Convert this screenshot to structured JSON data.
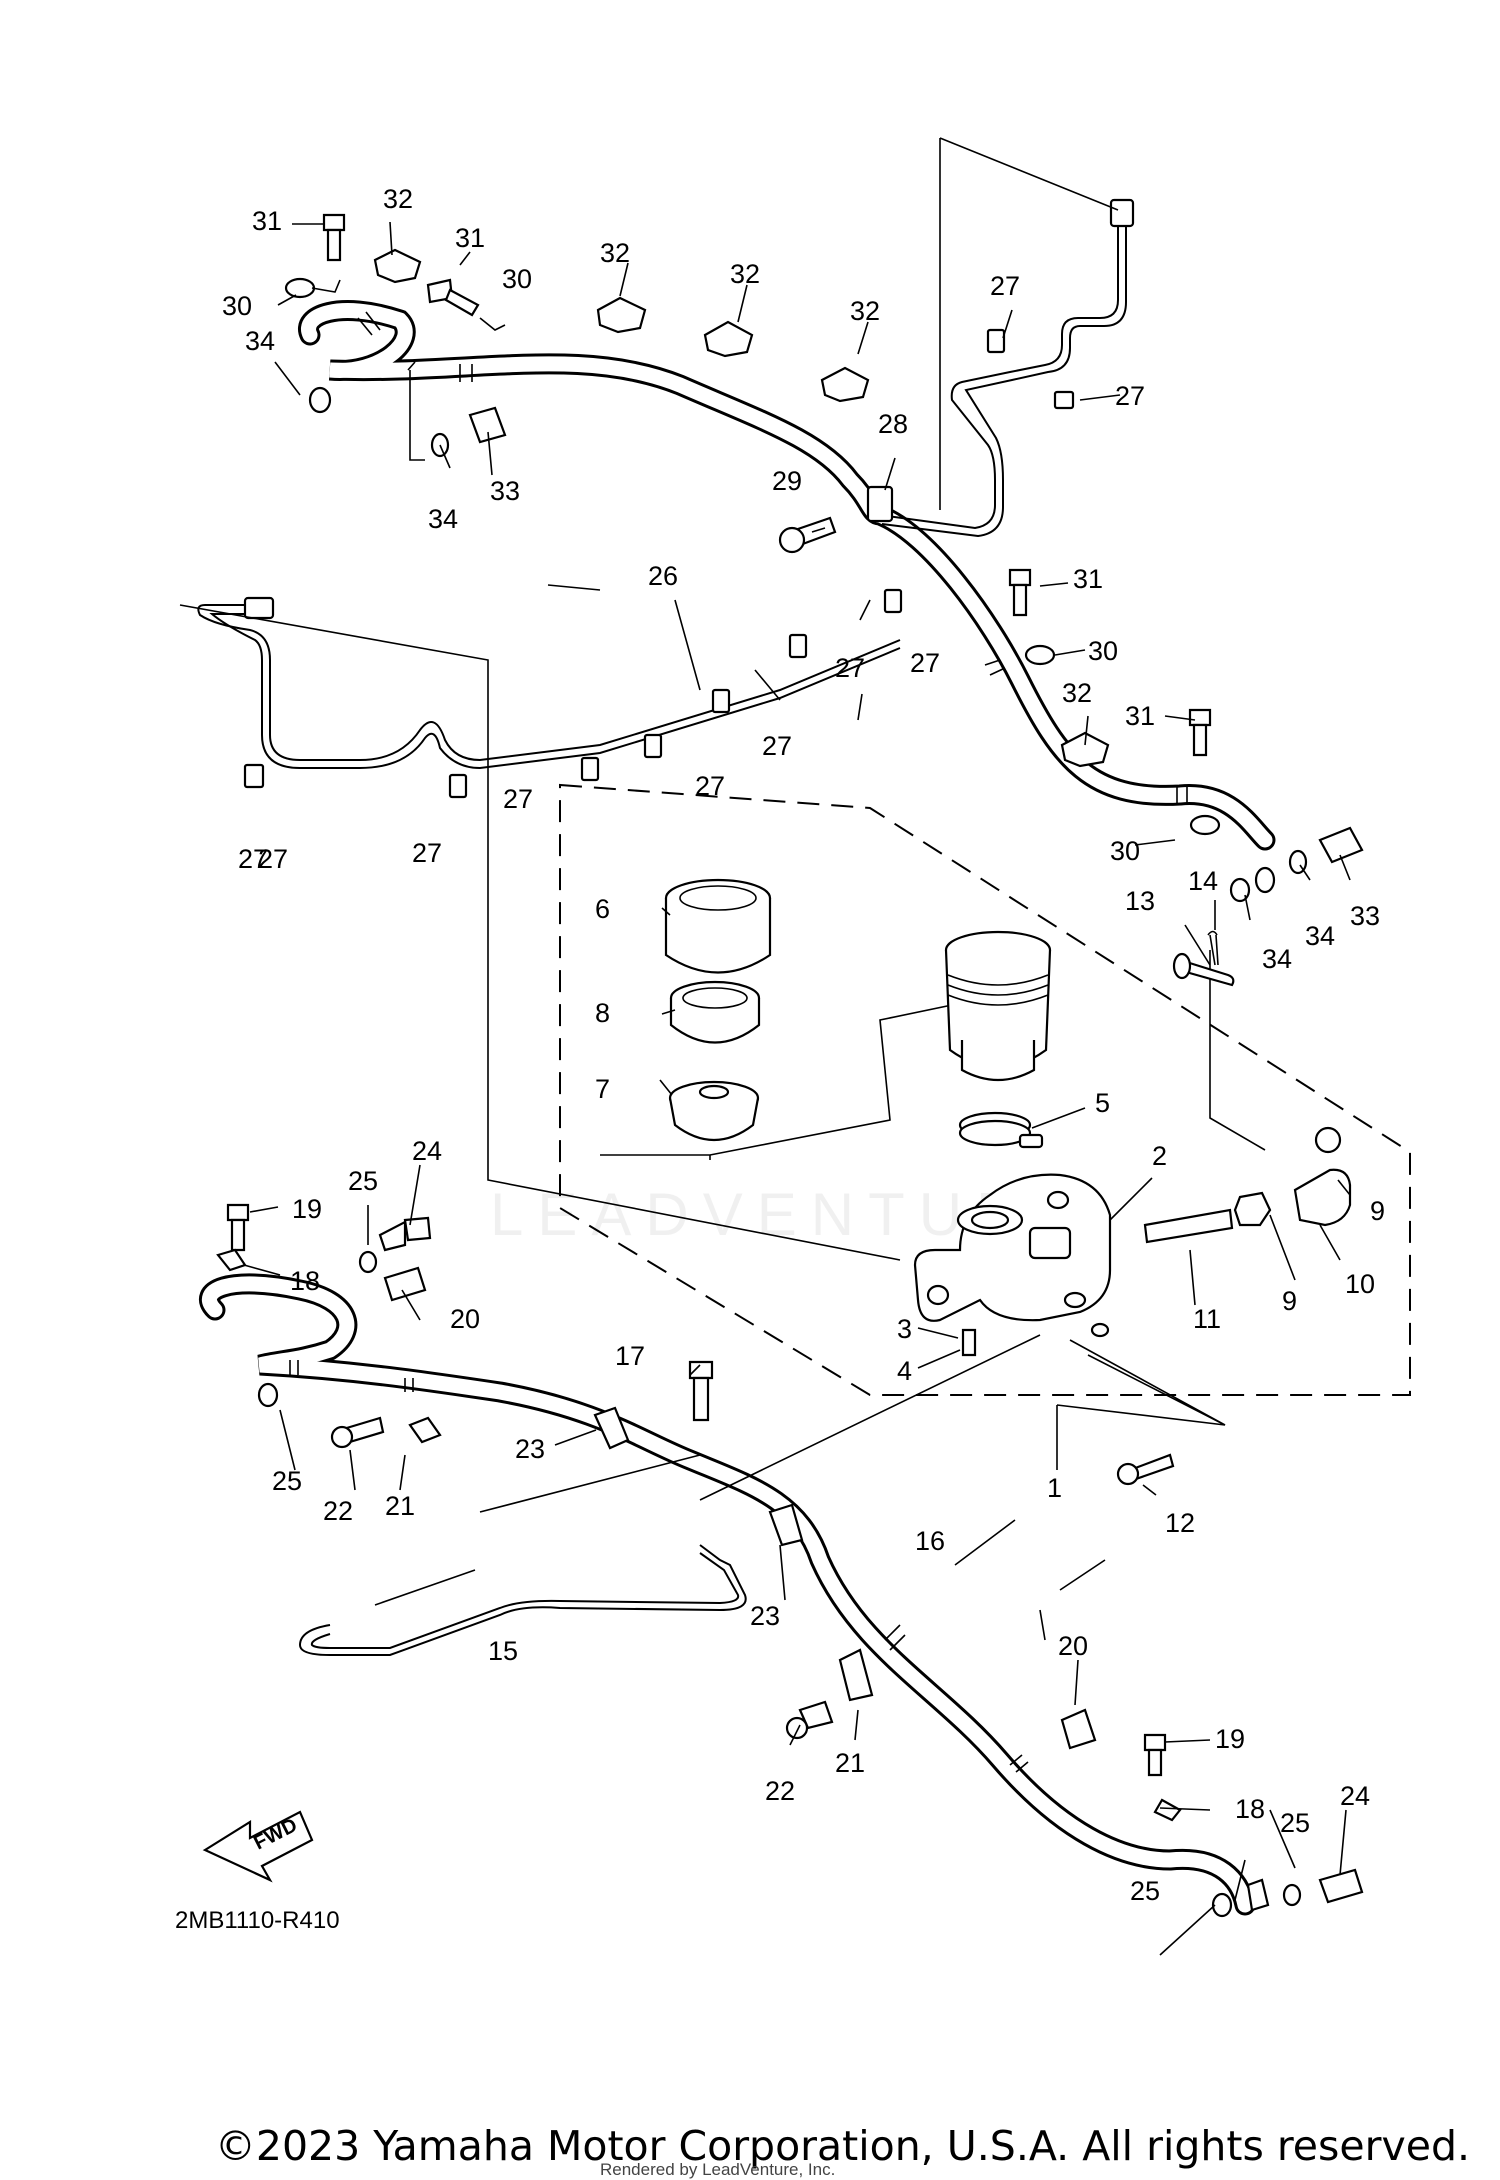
{
  "diagram": {
    "code": "2MB1110-R410",
    "fwd_label": "FWD",
    "watermark": "LEADVENTURE",
    "callouts": [
      "1",
      "2",
      "3",
      "4",
      "5",
      "6",
      "7",
      "8",
      "9",
      "9",
      "10",
      "11",
      "12",
      "13",
      "14",
      "15",
      "16",
      "17",
      "18",
      "18",
      "19",
      "19",
      "20",
      "20",
      "21",
      "21",
      "22",
      "22",
      "23",
      "23",
      "24",
      "24",
      "25",
      "25",
      "25",
      "25",
      "26",
      "27",
      "27",
      "27",
      "27",
      "27",
      "27",
      "27",
      "27",
      "27",
      "27",
      "28",
      "29",
      "30",
      "30",
      "30",
      "30",
      "31",
      "31",
      "31",
      "31",
      "32",
      "32",
      "32",
      "32",
      "32",
      "33",
      "33",
      "34",
      "34",
      "34",
      "34"
    ]
  },
  "footer": {
    "copyright": "©2023 Yamaha Motor Corporation, U.S.A. All rights reserved.",
    "rendered_by": "Rendered by LeadVenture, Inc."
  }
}
